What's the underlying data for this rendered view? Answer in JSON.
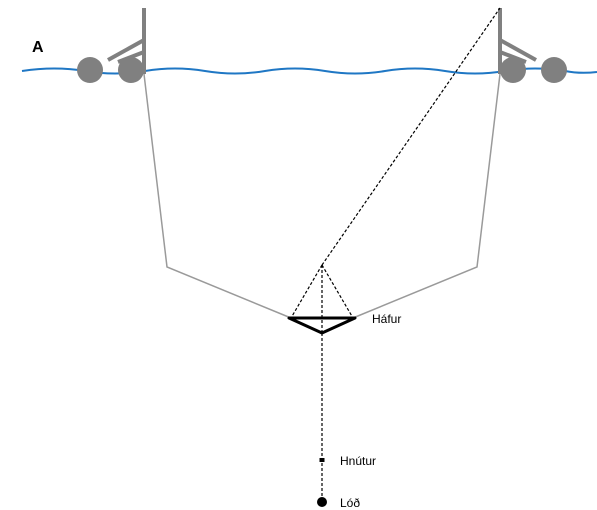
{
  "panel_label": "A",
  "labels": {
    "net_mouth": "Háfur",
    "knot": "Hnútur",
    "weight": "Lóð"
  },
  "colors": {
    "water": "#1F77C4",
    "vessel": "#808080",
    "rope": "#9a9a9a",
    "frame": "#000000"
  }
}
